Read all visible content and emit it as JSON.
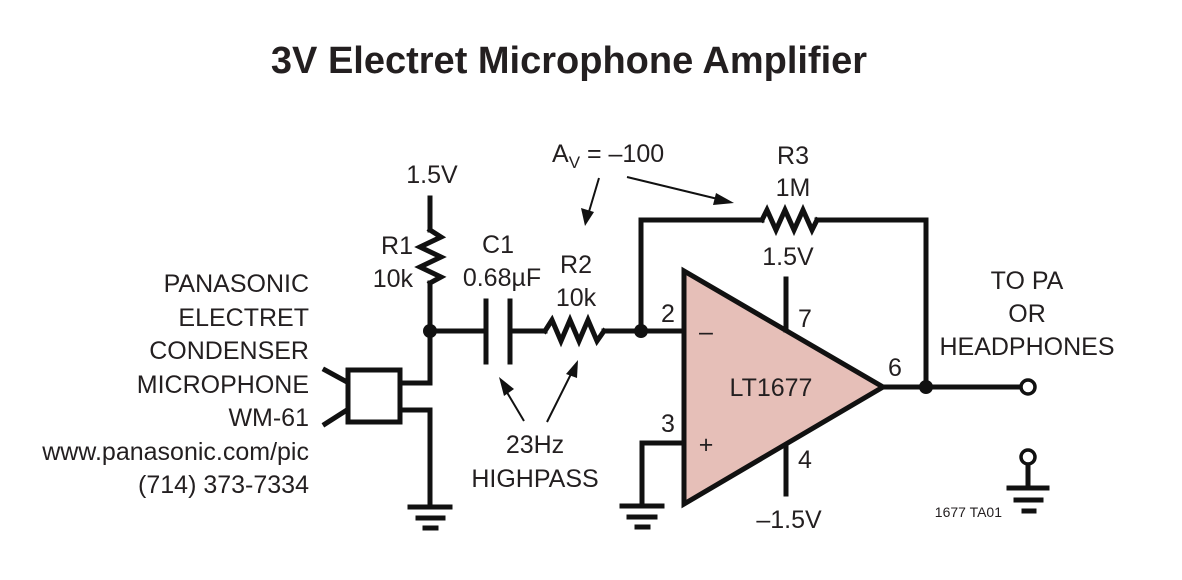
{
  "title": "3V Electret Microphone Amplifier",
  "microphone": {
    "lines": [
      "PANASONIC",
      "ELECTRET",
      "CONDENSER",
      "MICROPHONE",
      "WM-61",
      "www.panasonic.com/pic",
      "(714) 373-7334"
    ]
  },
  "supply_top": "1.5V",
  "r1": {
    "ref": "R1",
    "value": "10k"
  },
  "c1": {
    "ref": "C1",
    "value": "0.68µF"
  },
  "r2": {
    "ref": "R2",
    "value": "10k"
  },
  "r3": {
    "ref": "R3",
    "value": "1M"
  },
  "gain": {
    "prefix": "A",
    "subscript": "V",
    "expr": " = –100"
  },
  "highpass": {
    "line1": "23Hz",
    "line2": "HIGHPASS"
  },
  "opamp": {
    "part": "LT1677",
    "fill_color": "#E6BFB8",
    "pin_inverting": "2",
    "pin_noninverting": "3",
    "pin_vplus": "7",
    "pin_vminus": "4",
    "pin_output": "6",
    "minus_sign": "–",
    "plus_sign": "+",
    "vplus_label": "1.5V",
    "vminus_label": "–1.5V"
  },
  "output": {
    "lines": [
      "TO PA",
      "OR",
      "HEADPHONES"
    ]
  },
  "figure_id": "1677 TA01"
}
